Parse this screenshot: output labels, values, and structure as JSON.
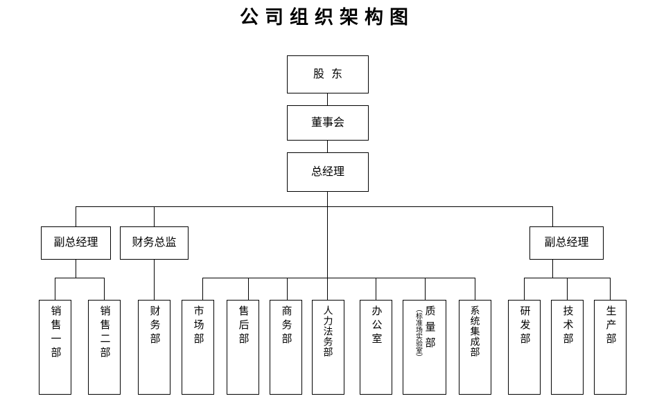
{
  "title": "公司组织架构图",
  "chart_data": {
    "type": "diagram",
    "diagram_kind": "organization-chart",
    "orientation": "top-down",
    "levels": [
      {
        "level": 1,
        "nodes": [
          "股东"
        ]
      },
      {
        "level": 2,
        "nodes": [
          "董事会"
        ]
      },
      {
        "level": 3,
        "nodes": [
          "总经理"
        ]
      },
      {
        "level": 4,
        "nodes": [
          "副总经理",
          "财务总监",
          "副总经理"
        ]
      },
      {
        "level": 5,
        "nodes": [
          "销售一部",
          "销售二部",
          "财务部",
          "市场部",
          "售后部",
          "商务部",
          "人力法务部",
          "办公室",
          "质量部（标准场实验室）",
          "系统集成部",
          "研发部",
          "技术部",
          "生产部"
        ]
      }
    ],
    "edges": [
      {
        "from": "股东",
        "to": "董事会"
      },
      {
        "from": "董事会",
        "to": "总经理"
      },
      {
        "from": "总经理",
        "to": "副总经理（左）"
      },
      {
        "from": "总经理",
        "to": "财务总监"
      },
      {
        "from": "总经理",
        "to": "副总经理（右）"
      },
      {
        "from": "总经理",
        "to": "市场部/售后部/商务部/人力法务部/办公室/质量部/系统集成部"
      },
      {
        "from": "副总经理（左）",
        "to": "销售一部"
      },
      {
        "from": "副总经理（左）",
        "to": "销售二部"
      },
      {
        "from": "财务总监",
        "to": "财务部"
      },
      {
        "from": "副总经理（右）",
        "to": "研发部"
      },
      {
        "from": "副总经理（右）",
        "to": "技术部"
      },
      {
        "from": "副总经理（右）",
        "to": "生产部"
      }
    ]
  },
  "nodes": {
    "shareholders": {
      "label": "股东"
    },
    "board": {
      "label": "董事会"
    },
    "general_manager": {
      "label": "总经理"
    },
    "deputy_gm_left": {
      "label": "副总经理"
    },
    "finance_director": {
      "label": "财务总监"
    },
    "deputy_gm_right": {
      "label": "副总经理"
    }
  },
  "departments": [
    {
      "label": "销售一部",
      "note": ""
    },
    {
      "label": "销售二部",
      "note": ""
    },
    {
      "label": "财务部",
      "note": ""
    },
    {
      "label": "市场部",
      "note": ""
    },
    {
      "label": "售后部",
      "note": ""
    },
    {
      "label": "商务部",
      "note": ""
    },
    {
      "label": "人力法务部",
      "note": ""
    },
    {
      "label": "办公室",
      "note": ""
    },
    {
      "label": "质量部",
      "note": "（标准场实验室）"
    },
    {
      "label": "系统集成部",
      "note": ""
    },
    {
      "label": "研发部",
      "note": ""
    },
    {
      "label": "技术部",
      "note": ""
    },
    {
      "label": "生产部",
      "note": ""
    }
  ],
  "colors": {
    "background": "#ffffff",
    "line": "#000000",
    "text": "#000000"
  }
}
